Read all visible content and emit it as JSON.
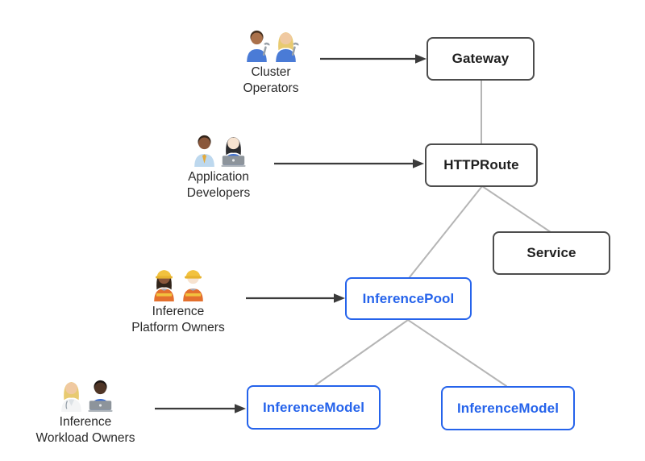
{
  "diagram": {
    "colors": {
      "extension_blue": "#2563eb",
      "standard_border": "#4d4d4d",
      "standard_text": "#1f1f1f",
      "connector_gray": "#b5b5b5",
      "arrow_dark": "#3b3b3b",
      "background": "#ffffff"
    },
    "nodes": [
      {
        "id": "gateway",
        "label": "Gateway",
        "style": "standard"
      },
      {
        "id": "httproute",
        "label": "HTTPRoute",
        "style": "standard"
      },
      {
        "id": "service",
        "label": "Service",
        "style": "standard"
      },
      {
        "id": "inference-pool",
        "label": "InferencePool",
        "style": "extension"
      },
      {
        "id": "inference-model-left",
        "label": "InferenceModel",
        "style": "extension"
      },
      {
        "id": "inference-model-right",
        "label": "InferenceModel",
        "style": "extension"
      }
    ],
    "personas": [
      {
        "id": "cluster-operators",
        "line1": "Cluster",
        "line2": "Operators",
        "icons": [
          "man-mechanic",
          "woman-mechanic"
        ],
        "points_to": "Gateway"
      },
      {
        "id": "application-developers",
        "line1": "Application",
        "line2": "Developers",
        "icons": [
          "man-office-worker",
          "woman-technologist"
        ],
        "points_to": "HTTPRoute"
      },
      {
        "id": "inference-platform-owners",
        "line1": "Inference",
        "line2": "Platform Owners",
        "icons": [
          "woman-construction-worker",
          "man-construction-worker"
        ],
        "points_to": "InferencePool"
      },
      {
        "id": "inference-workload-owners",
        "line1": "Inference",
        "line2": "Workload Owners",
        "icons": [
          "health-worker",
          "man-technologist"
        ],
        "points_to": "InferenceModel"
      }
    ],
    "edges": [
      {
        "from": "Gateway",
        "to": "HTTPRoute"
      },
      {
        "from": "HTTPRoute",
        "to": "InferencePool"
      },
      {
        "from": "HTTPRoute",
        "to": "Service"
      },
      {
        "from": "InferencePool",
        "to": "InferenceModel (left)"
      },
      {
        "from": "InferencePool",
        "to": "InferenceModel (right)"
      }
    ]
  }
}
